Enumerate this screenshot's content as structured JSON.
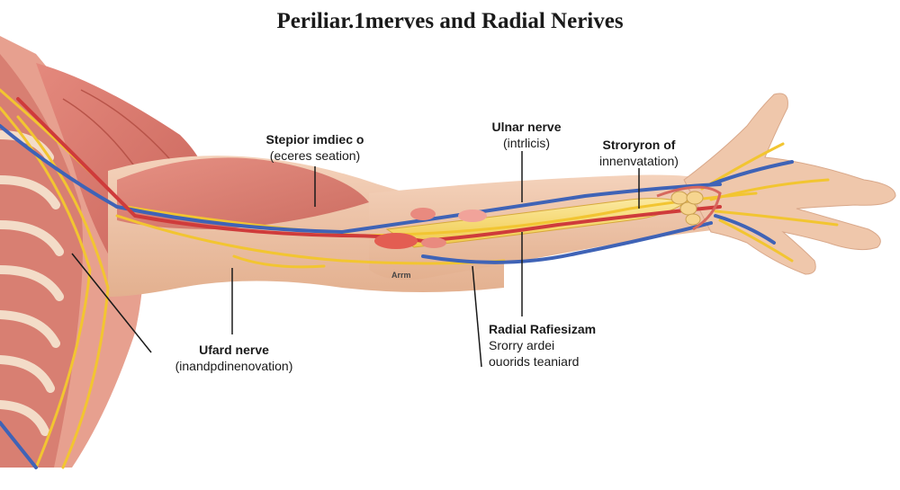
{
  "title": "Periliar.1merves  and Radial Nerives",
  "labels": {
    "stepior": {
      "title": "Stepior imdiec o",
      "sub": "(eceres seation)"
    },
    "ulnar": {
      "title": "Ulnar nerve",
      "sub": "(intrlicis)"
    },
    "stroryron": {
      "title": "Stroryron  of",
      "sub": "innenvatation)"
    },
    "arm": {
      "text": "Arrm"
    },
    "ufard": {
      "title": "Ufard nerve",
      "sub": "(inandpdinenovation)"
    },
    "radial": {
      "title": "Radial Rafiesizam",
      "sub1": "Srorry ardei",
      "sub2": "ouorids teaniard"
    }
  },
  "colors": {
    "nerve_yellow": "#f2c531",
    "vein_blue": "#3f63b6",
    "artery_red": "#cf3b3b",
    "muscle": "#d9776d",
    "skin": "#efc3a6"
  }
}
